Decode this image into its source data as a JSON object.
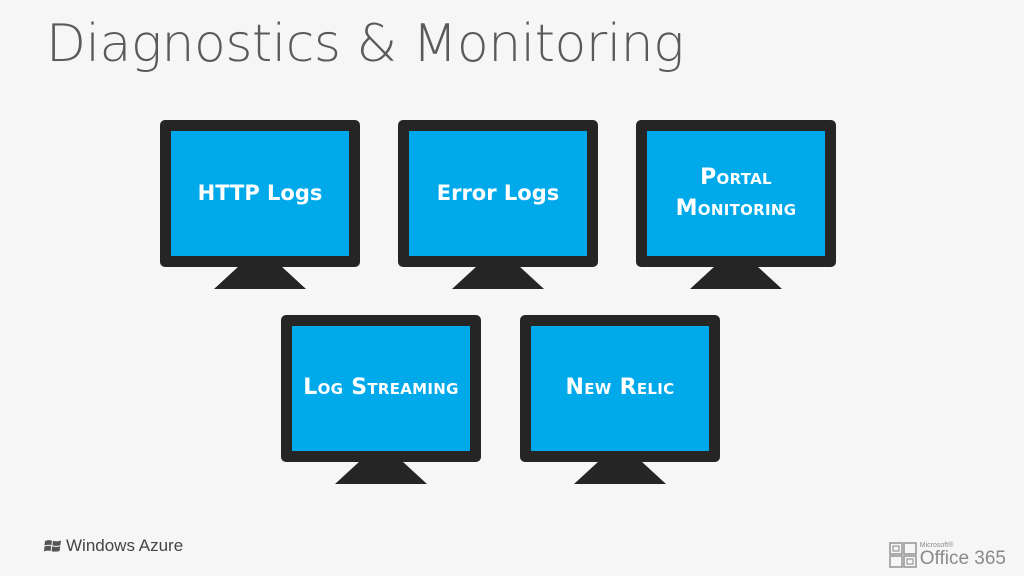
{
  "title": "Diagnostics & Monitoring",
  "monitors": [
    {
      "label": "HTTP Logs"
    },
    {
      "label": "Error Logs"
    },
    {
      "label": "Portal Monitoring"
    },
    {
      "label": "Log Streaming"
    },
    {
      "label": "New Relic"
    }
  ],
  "footer": {
    "left_brand": "Windows Azure",
    "right_brand_small": "Microsoft®",
    "right_brand": "Office 365"
  },
  "colors": {
    "background": "#f6f6f6",
    "screen": "#00a9ea",
    "bezel": "#252525",
    "title": "#5a5a5a"
  }
}
